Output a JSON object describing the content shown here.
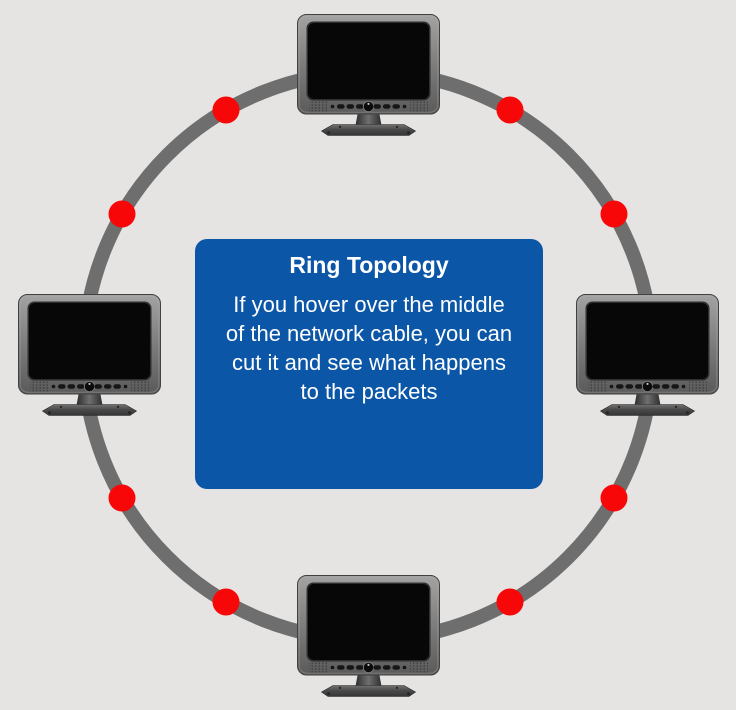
{
  "panel": {
    "title": "Ring Topology",
    "body": "If you hover over the middle\nof the network cable, you can\ncut it and see what happens\nto the packets"
  },
  "diagram": {
    "type": "ring-topology",
    "computer_count": 4,
    "computer_positions": [
      "top",
      "right",
      "bottom",
      "left"
    ],
    "packet_count": 8
  },
  "colors": {
    "background": "#e5e4e2",
    "cable": "#6e6e6e",
    "packet": "#f70707",
    "panel": "#0b56a7",
    "panel_text": "#ffffff",
    "screen": "#070707"
  }
}
